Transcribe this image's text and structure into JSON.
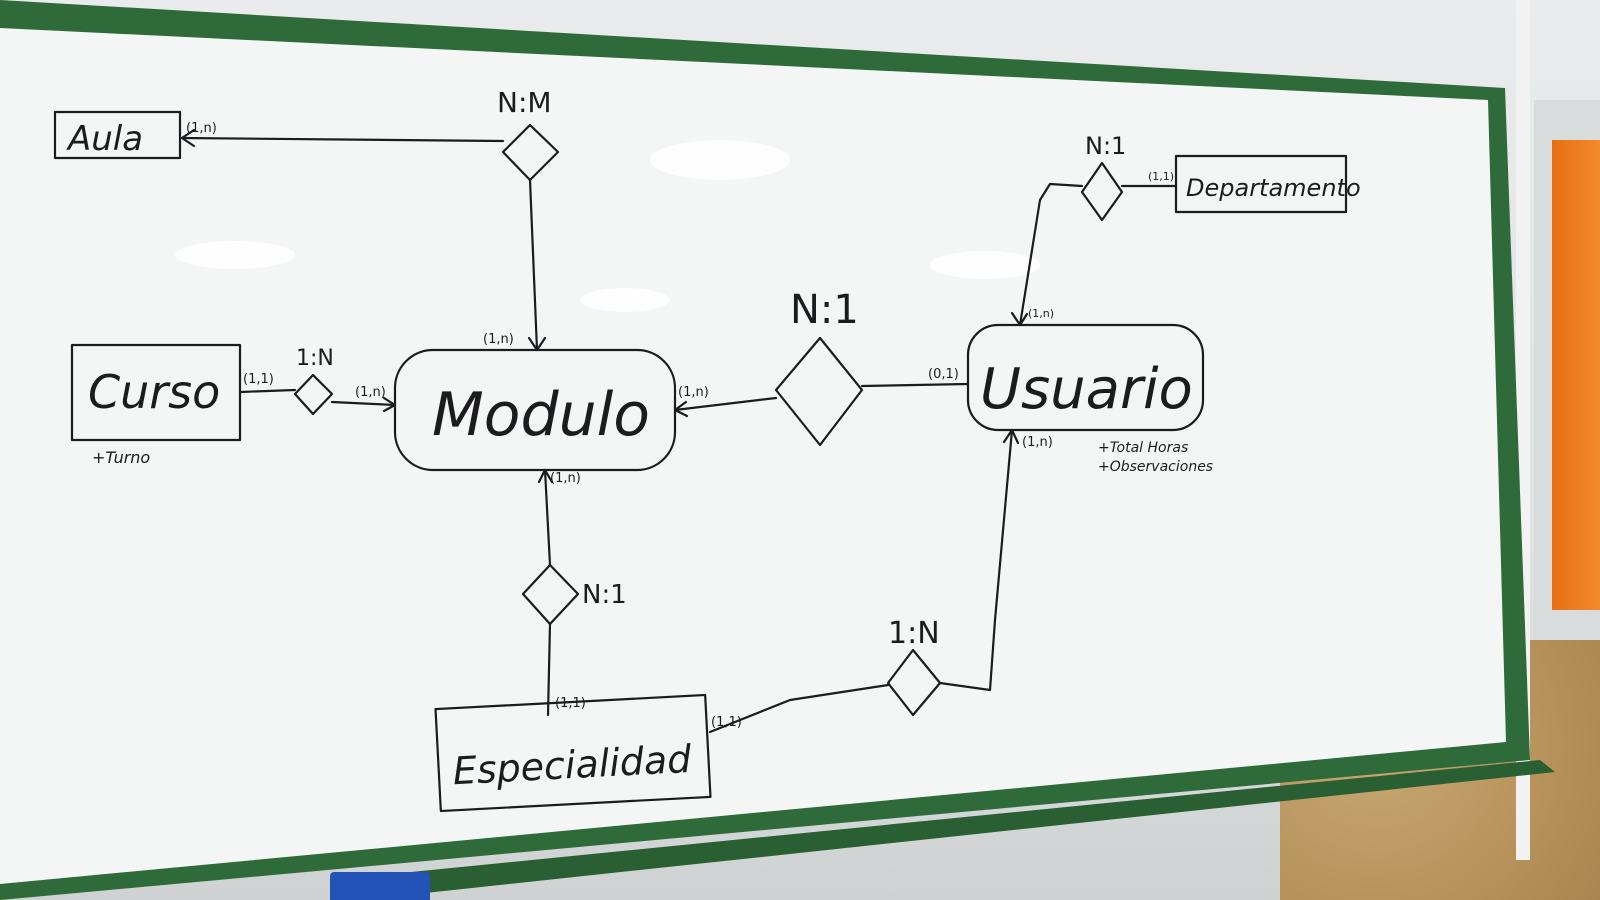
{
  "entities": {
    "aula": "Aula",
    "curso": "Curso",
    "modulo": "Modulo",
    "usuario": "Usuario",
    "departamento": "Departamento",
    "especialidad": "Especialidad"
  },
  "relationships": {
    "aula_modulo": "N:M",
    "curso_modulo": "1:N",
    "modulo_usuario": "N:1",
    "departamento_usuario": "N:1",
    "especialidad_modulo": "N:1",
    "especialidad_usuario": "1:N"
  },
  "cardinalities": {
    "aula_side": "(1,n)",
    "modulo_from_aula": "(1,n)",
    "curso_side": "(1,1)",
    "modulo_from_curso": "(1,n)",
    "modulo_from_usuario": "(1,n)",
    "usuario_from_modulo": "(0,1)",
    "departamento_side": "(1,1)",
    "usuario_from_departamento": "(1,n)",
    "modulo_from_especialidad": "(1,n)",
    "especialidad_from_modulo": "(1,1)",
    "especialidad_from_usuario": "(1,1)",
    "usuario_from_especialidad": "(1,n)"
  },
  "attributes": {
    "curso": [
      "+Turno"
    ],
    "usuario": [
      "+Total Horas",
      "+Observaciones"
    ]
  },
  "colors": {
    "frame": "#2f6b3a",
    "board": "#f4f6f6",
    "ink": "#1c1c1e"
  }
}
